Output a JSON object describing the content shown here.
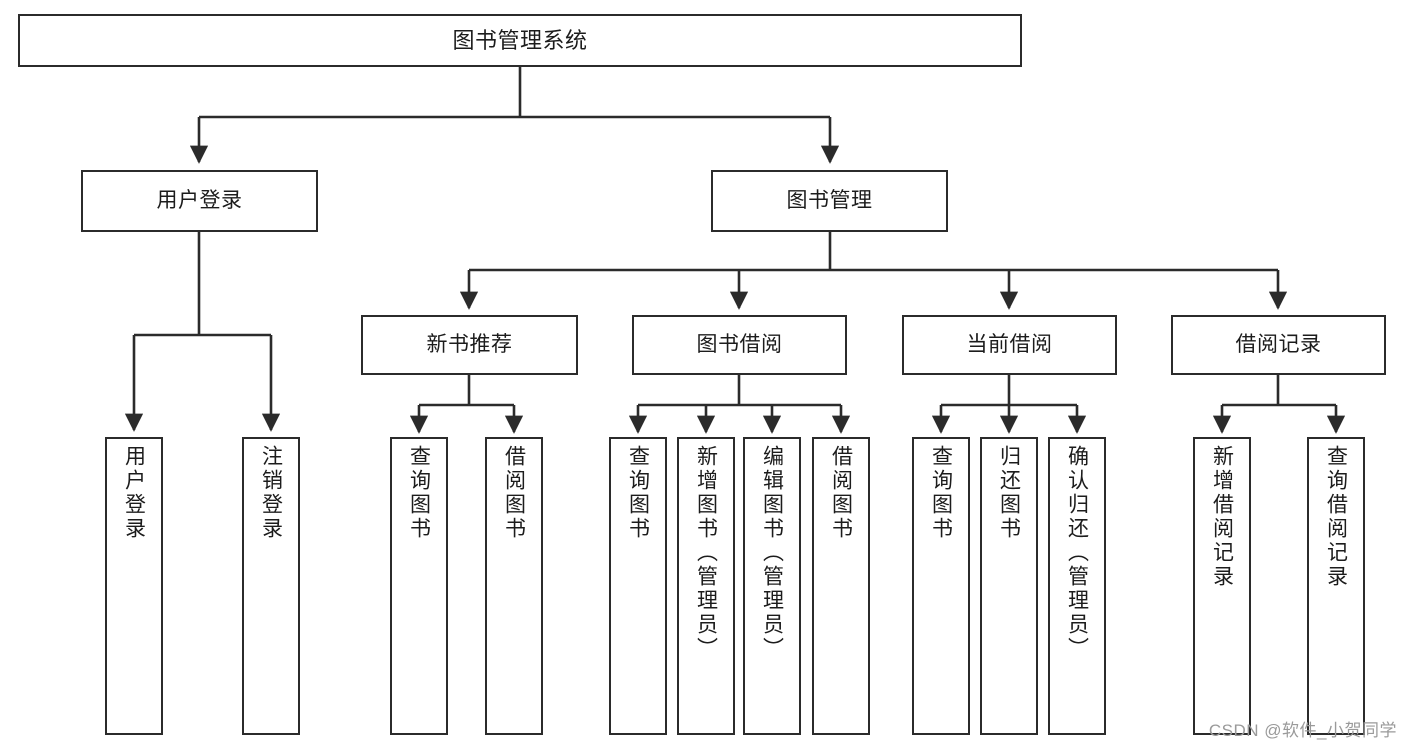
{
  "diagram": {
    "type": "tree",
    "title": "图书管理系统",
    "orientation": "top-down",
    "colors": {
      "box_border": "#2b2b2b",
      "box_fill": "#ffffff",
      "edge": "#2b2b2b",
      "text": "#1c1c1c",
      "watermark": "#9a9a9a"
    }
  },
  "nodes": {
    "root": {
      "label": "图书管理系统"
    },
    "level2": [
      {
        "label": "用户登录"
      },
      {
        "label": "图书管理"
      }
    ],
    "level3": [
      {
        "label": "新书推荐"
      },
      {
        "label": "图书借阅"
      },
      {
        "label": "当前借阅"
      },
      {
        "label": "借阅记录"
      }
    ],
    "leaves": {
      "user_login": [
        {
          "label": "用户登录"
        },
        {
          "label": "注销登录"
        }
      ],
      "new_book_recommend": [
        {
          "label": "查询图书"
        },
        {
          "label": "借阅图书"
        }
      ],
      "book_borrow": [
        {
          "label": "查询图书"
        },
        {
          "label": "新增图书（管理员）"
        },
        {
          "label": "编辑图书（管理员）"
        },
        {
          "label": "借阅图书"
        }
      ],
      "current_borrow": [
        {
          "label": "查询图书"
        },
        {
          "label": "归还图书"
        },
        {
          "label": "确认归还（管理员）"
        }
      ],
      "borrow_record": [
        {
          "label": "新增借阅记录"
        },
        {
          "label": "查询借阅记录"
        }
      ]
    }
  },
  "watermark": {
    "text": "CSDN @软件_小贺同学"
  }
}
